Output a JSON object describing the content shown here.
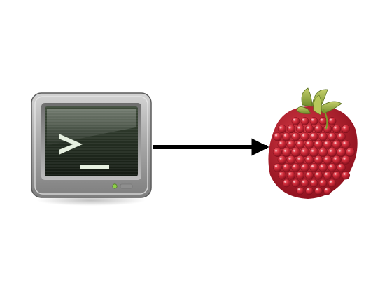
{
  "diagram": {
    "nodes": [
      {
        "id": "terminal",
        "icon": "terminal-icon"
      },
      {
        "id": "raspberry",
        "icon": "raspberry-icon"
      }
    ],
    "edges": [
      {
        "from": "terminal",
        "to": "raspberry",
        "style": "solid-arrow"
      }
    ]
  },
  "colors": {
    "background": "#ffffff",
    "monitor_bezel": "#9a9a9a",
    "screen": "#1e2a1c",
    "prompt_glyph": "#e6f0e0",
    "status_led": "#8fd14a",
    "arrow": "#000000",
    "raspberry_body": "#c8202e",
    "raspberry_leaves": "#8aa83a"
  }
}
